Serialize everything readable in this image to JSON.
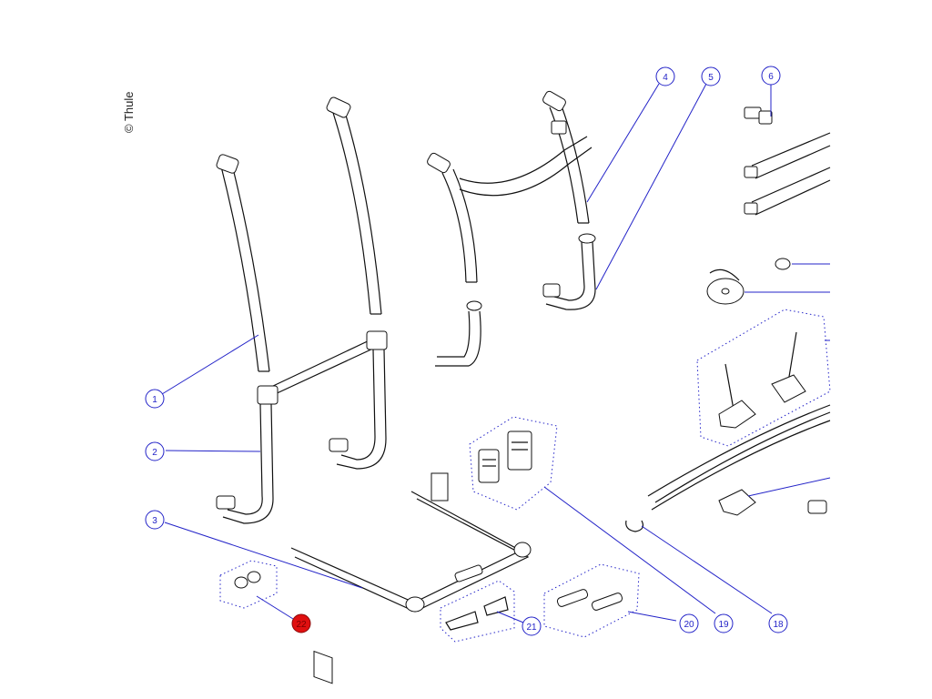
{
  "copyright": "© Thule",
  "callouts": [
    {
      "id": "c1",
      "label": "1"
    },
    {
      "id": "c2",
      "label": "2"
    },
    {
      "id": "c3",
      "label": "3"
    },
    {
      "id": "c4",
      "label": "4"
    },
    {
      "id": "c5",
      "label": "5"
    },
    {
      "id": "c6",
      "label": "6"
    },
    {
      "id": "c18",
      "label": "18"
    },
    {
      "id": "c19",
      "label": "19"
    },
    {
      "id": "c20",
      "label": "20"
    },
    {
      "id": "c21",
      "label": "21"
    },
    {
      "id": "c22",
      "label": "22",
      "highlighted": true
    }
  ],
  "colors": {
    "callout_blue": "#2323c8",
    "highlight_red": "#e01010",
    "line_black": "#111111"
  }
}
